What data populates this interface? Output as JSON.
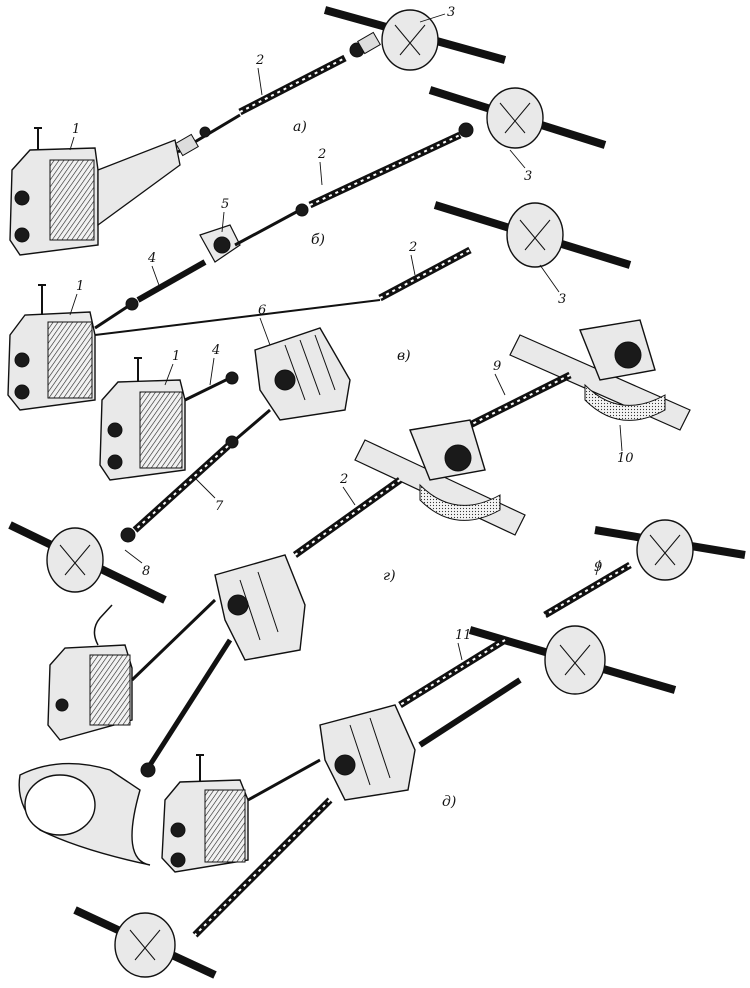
{
  "variants": [
    {
      "id": "a",
      "label": "а)"
    },
    {
      "id": "b",
      "label": "б)"
    },
    {
      "id": "v",
      "label": "в)"
    },
    {
      "id": "g",
      "label": "г)"
    },
    {
      "id": "d",
      "label": "д)"
    }
  ],
  "callouts": [
    "1",
    "2",
    "3",
    "2",
    "3",
    "5",
    "4",
    "2",
    "1",
    "3",
    "6",
    "1",
    "4",
    "9",
    "7",
    "2",
    "8",
    "10",
    "9",
    "11"
  ],
  "colors": {
    "ink": "#111111",
    "paper": "#ffffff",
    "shade": "#e9e9e9"
  }
}
